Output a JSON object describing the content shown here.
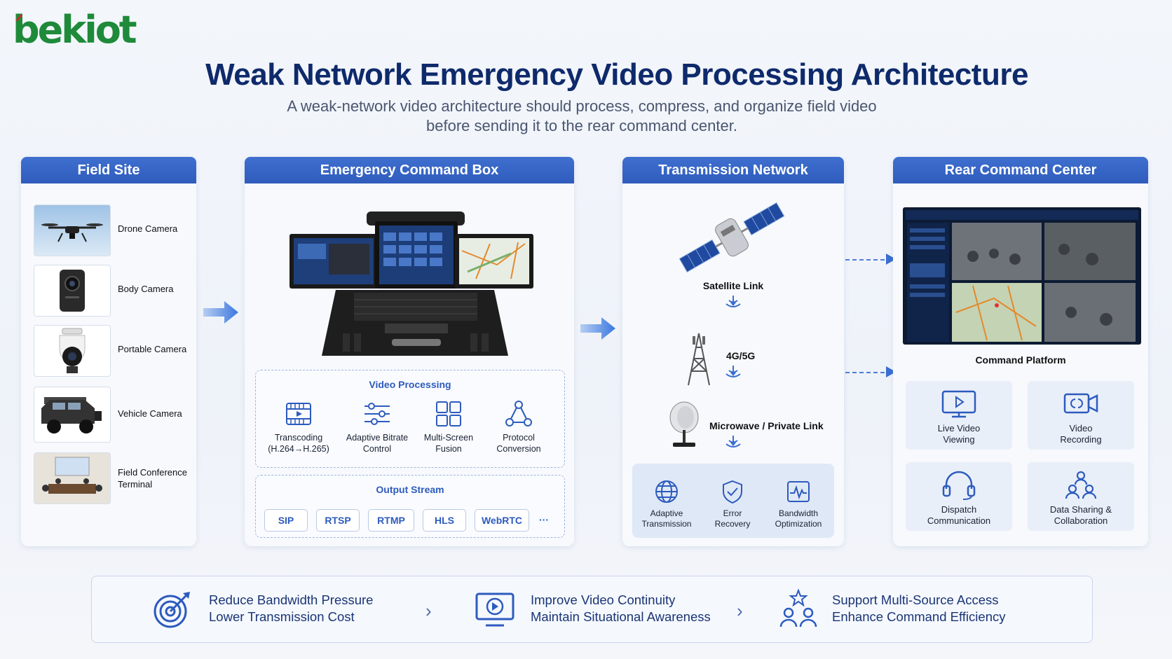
{
  "logo": {
    "text_main": "bekiot"
  },
  "header": {
    "title": "Weak Network Emergency Video Processing Architecture",
    "subtitle_line1": "A weak-network video architecture should process, compress, and organize field video",
    "subtitle_line2": "before sending it to the rear command center."
  },
  "field_site": {
    "title": "Field Site",
    "items": [
      {
        "label": "Drone Camera",
        "icon": "drone-icon"
      },
      {
        "label": "Body Camera",
        "icon": "body-camera-icon"
      },
      {
        "label": "Portable Camera",
        "icon": "ptz-camera-icon"
      },
      {
        "label": "Vehicle Camera",
        "icon": "vehicle-icon"
      },
      {
        "label_line1": "Field Conference",
        "label_line2": "Terminal",
        "icon": "conference-icon"
      }
    ]
  },
  "command_box": {
    "title": "Emergency Command Box",
    "video_processing": {
      "title": "Video Processing",
      "items": [
        {
          "line1": "Transcoding",
          "line2": "(H.264→H.265)",
          "icon": "film-icon"
        },
        {
          "line1": "Adaptive Bitrate",
          "line2": "Control",
          "icon": "sliders-icon"
        },
        {
          "line1": "Multi-Screen",
          "line2": "Fusion",
          "icon": "grid-icon"
        },
        {
          "line1": "Protocol",
          "line2": "Conversion",
          "icon": "network-nodes-icon"
        }
      ]
    },
    "output_stream": {
      "title": "Output Stream",
      "protocols": [
        "SIP",
        "RTSP",
        "RTMP",
        "HLS",
        "WebRTC"
      ],
      "more": "···"
    }
  },
  "transmission": {
    "title": "Transmission Network",
    "links": [
      "Satellite Link",
      "4G/5G",
      "Microwave / Private Link"
    ],
    "features": [
      {
        "line1": "Adaptive",
        "line2": "Transmission",
        "icon": "globe-icon"
      },
      {
        "line1": "Error",
        "line2": "Recovery",
        "icon": "shield-check-icon"
      },
      {
        "line1": "Bandwidth",
        "line2": "Optimization",
        "icon": "pulse-icon"
      }
    ]
  },
  "rear_center": {
    "title": "Rear Command Center",
    "platform_label": "Command Platform",
    "cards": [
      {
        "line1": "Live Video",
        "line2": "Viewing",
        "icon": "monitor-play-icon"
      },
      {
        "line1": "Video",
        "line2": "Recording",
        "icon": "video-record-icon"
      },
      {
        "line1": "Dispatch",
        "line2": "Communication",
        "icon": "headset-icon"
      },
      {
        "line1": "Data Sharing &",
        "line2": "Collaboration",
        "icon": "users-icon"
      }
    ]
  },
  "benefits": [
    {
      "line1": "Reduce Bandwidth Pressure",
      "line2": "Lower Transmission Cost",
      "icon": "target-icon"
    },
    {
      "line1": "Improve Video Continuity",
      "line2": "Maintain Situational Awareness",
      "icon": "monitor-play-icon"
    },
    {
      "line1": "Support Multi-Source Access",
      "line2": "Enhance Command Efficiency",
      "icon": "team-star-icon"
    }
  ],
  "colors": {
    "primary": "#2f5cbc",
    "title": "#0e2a6b",
    "logo_green": "#1e8a3a",
    "logo_red": "#d7262f"
  }
}
